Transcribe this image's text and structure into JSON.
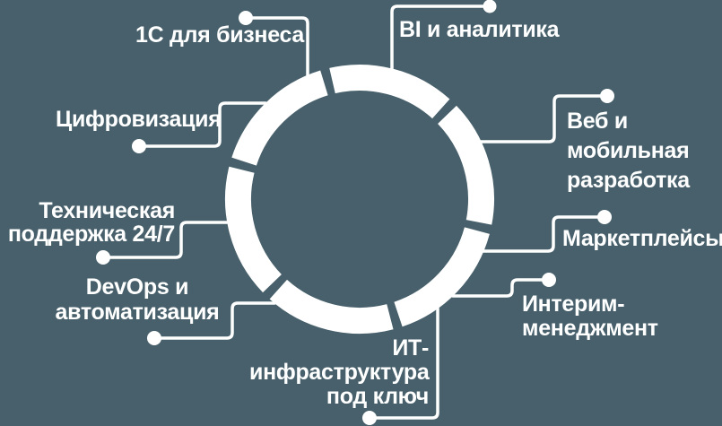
{
  "colors": {
    "background": "#47606b",
    "foreground": "#ffffff"
  },
  "diagram": {
    "type": "segmented-ring-services",
    "ring_segments": 6,
    "items": [
      {
        "id": "1c",
        "label": "1С для бизнеса"
      },
      {
        "id": "bi",
        "label": "BI и аналитика"
      },
      {
        "id": "web",
        "label": "Веб и\nмобильная\nразработка"
      },
      {
        "id": "marketplaces",
        "label": "Маркетплейсы"
      },
      {
        "id": "interim",
        "label": "Интерим-\nменеджмент"
      },
      {
        "id": "itinfra",
        "label": "ИТ-\nинфраструктура\nпод ключ"
      },
      {
        "id": "devops",
        "label": "DevOps и\nавтоматизация"
      },
      {
        "id": "support",
        "label": "Техническая\nподдержка 24/7"
      },
      {
        "id": "digital",
        "label": "Цифровизация"
      }
    ]
  }
}
